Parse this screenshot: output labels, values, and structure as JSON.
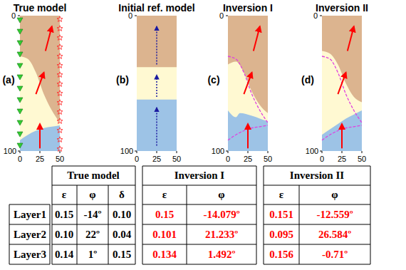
{
  "diagram": {
    "labels": [
      "True model",
      "Initial ref. model",
      "Inversion I",
      "Inversion II",
      "(a)",
      "(b)",
      "(c)",
      "(d)",
      "0",
      "100",
      "0",
      "25",
      "50",
      "0",
      "100",
      "0",
      "25",
      "50",
      "0",
      "100",
      "0",
      "25",
      "50",
      "0",
      "100",
      "0",
      "25",
      "50",
      "True model",
      "Inversion I",
      "Inversion II",
      "ε",
      "φ",
      "δ",
      "ε",
      "φ",
      "ε",
      "φ",
      "Layer1",
      "0.15",
      "-14º",
      "0.10",
      "0.15",
      "-14.079º",
      "0.151",
      "-12.559º",
      "Layer2",
      "0.10",
      "22º",
      "0.04",
      "0.101",
      "21.233º",
      "0.095",
      "26.584º",
      "Layer3",
      "0.14",
      "1º",
      "0.15",
      "0.134",
      "1.492º",
      "0.156",
      "-0.71º"
    ]
  }
}
